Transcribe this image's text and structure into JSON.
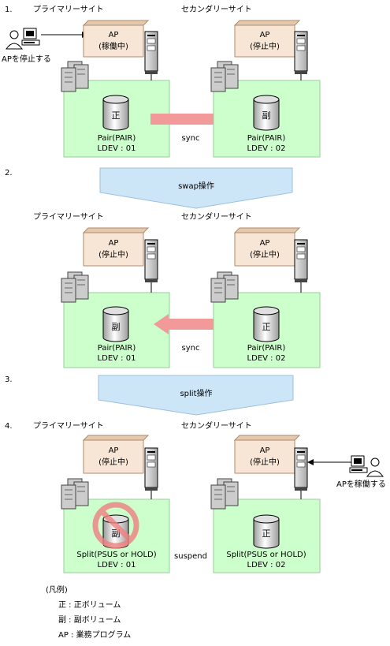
{
  "step1": {
    "number": "1.",
    "primary_label": "プライマリーサイト",
    "secondary_label": "セカンダリーサイト",
    "client_caption": "APを停止する",
    "primary_ap": {
      "line1": "AP",
      "line2": "(稼働中)"
    },
    "secondary_ap": {
      "line1": "AP",
      "line2": "(停止中)"
    },
    "primary_vol": {
      "glyph": "正",
      "pair": "Pair(PAIR)",
      "ldev": "LDEV : 01"
    },
    "secondary_vol": {
      "glyph": "副",
      "pair": "Pair(PAIR)",
      "ldev": "LDEV : 02"
    },
    "link": "sync"
  },
  "step2": {
    "number": "2.",
    "operation": "swap操作",
    "primary_label": "プライマリーサイト",
    "secondary_label": "セカンダリーサイト",
    "primary_ap": {
      "line1": "AP",
      "line2": "(停止中)"
    },
    "secondary_ap": {
      "line1": "AP",
      "line2": "(停止中)"
    },
    "primary_vol": {
      "glyph": "副",
      "pair": "Pair(PAIR)",
      "ldev": "LDEV : 01"
    },
    "secondary_vol": {
      "glyph": "正",
      "pair": "Pair(PAIR)",
      "ldev": "LDEV : 02"
    },
    "link": "sync"
  },
  "step3": {
    "number": "3.",
    "operation": "split操作"
  },
  "step4": {
    "number": "4.",
    "primary_label": "プライマリーサイト",
    "secondary_label": "セカンダリーサイト",
    "client_caption": "APを稼働する",
    "primary_ap": {
      "line1": "AP",
      "line2": "(停止中)"
    },
    "secondary_ap": {
      "line1": "AP",
      "line2": "(停止中)"
    },
    "primary_vol": {
      "glyph": "副",
      "pair": "Split(PSUS or HOLD)",
      "ldev": "LDEV : 01"
    },
    "secondary_vol": {
      "glyph": "正",
      "pair": "Split(PSUS or HOLD)",
      "ldev": "LDEV : 02"
    },
    "link": "suspend"
  },
  "legend": {
    "title": "(凡例)",
    "items": [
      "正 : 正ボリューム",
      "副 : 副ボリューム",
      "AP : 業務プログラム"
    ]
  },
  "colors": {
    "site_fill": "#ccffcc",
    "site_stroke": "#99cc99",
    "ap_fill": "#f7e6d6",
    "ap_stroke": "#b08a6a",
    "op_fill": "#cce5f7",
    "op_stroke": "#9cc0dd",
    "arrow": "#f29a9a",
    "prohibit": "#f08080"
  }
}
